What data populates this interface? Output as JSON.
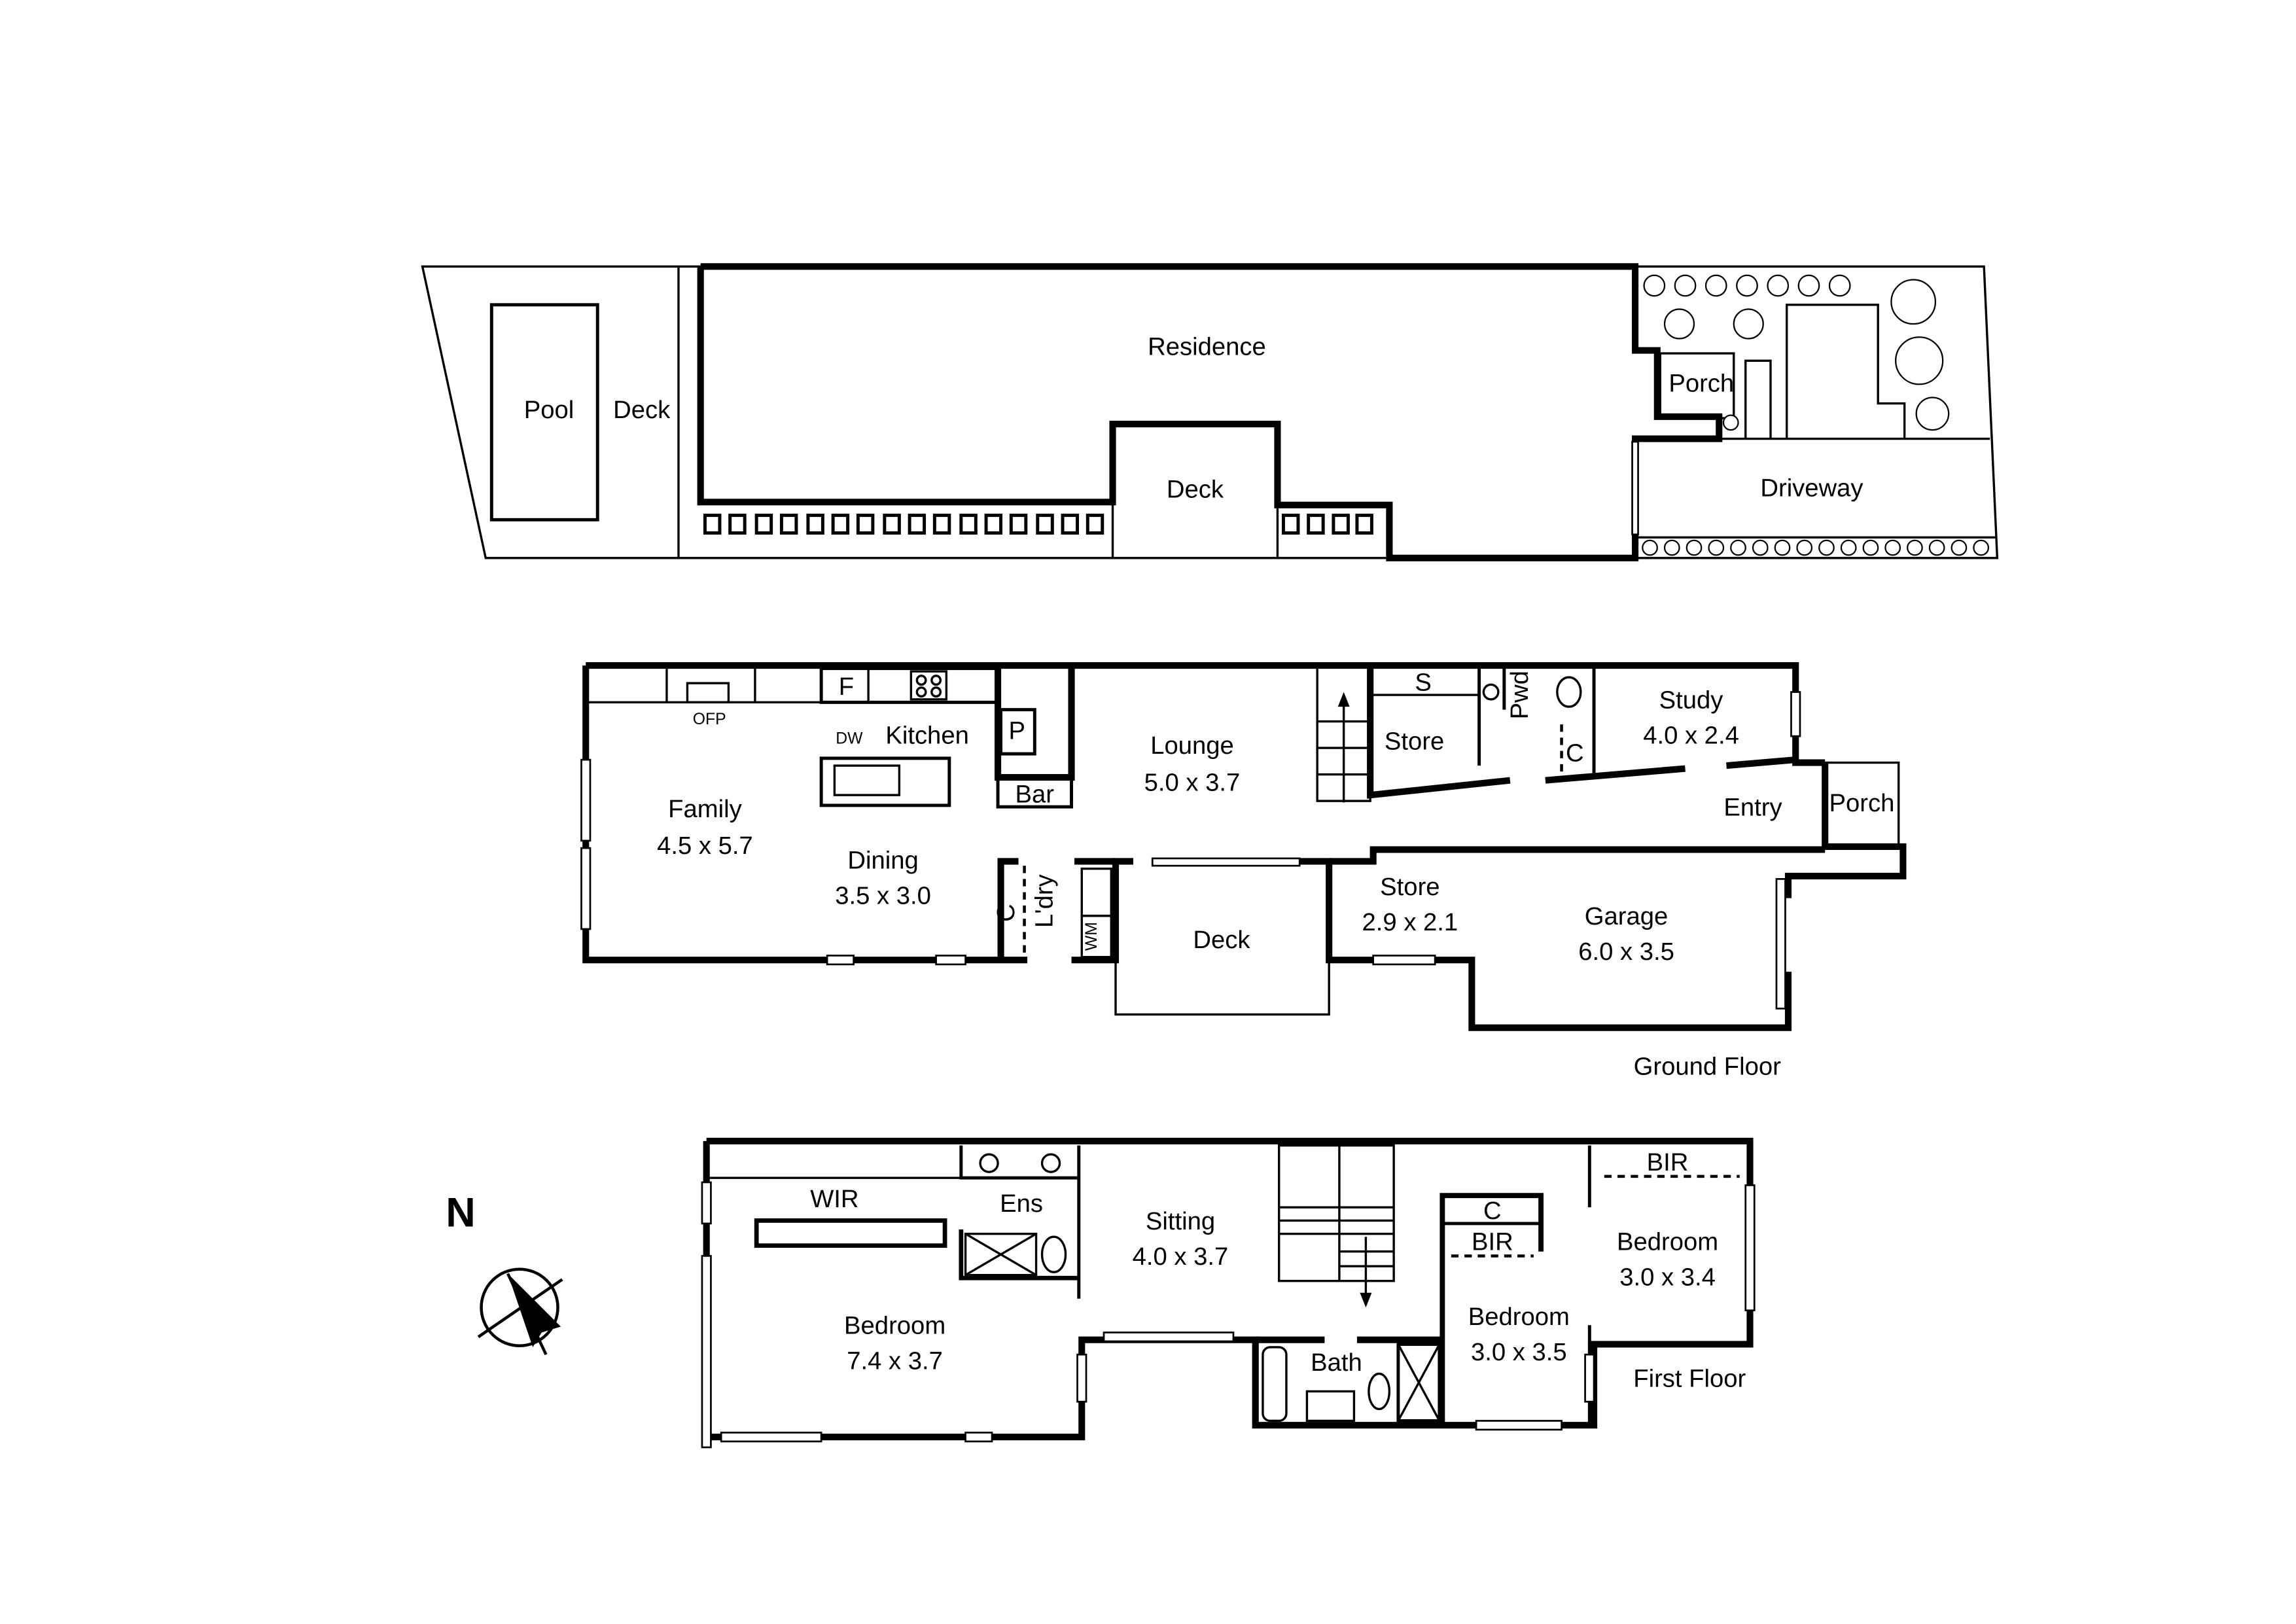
{
  "site_plan": {
    "pool": "Pool",
    "deck_west": "Deck",
    "residence": "Residence",
    "deck_south": "Deck",
    "porch": "Porch",
    "driveway": "Driveway"
  },
  "ground_floor": {
    "title": "Ground Floor",
    "rooms": {
      "family": {
        "name": "Family",
        "size": "4.5 x 5.7"
      },
      "kitchen": {
        "name": "Kitchen"
      },
      "dining": {
        "name": "Dining",
        "size": "3.5 x 3.0"
      },
      "lounge": {
        "name": "Lounge",
        "size": "5.0 x 3.7"
      },
      "store_upper": {
        "name": "Store"
      },
      "study": {
        "name": "Study",
        "size": "4.0 x 2.4"
      },
      "entry": {
        "name": "Entry"
      },
      "porch": {
        "name": "Porch"
      },
      "store_lower": {
        "name": "Store",
        "size": "2.9 x 2.1"
      },
      "garage": {
        "name": "Garage",
        "size": "6.0 x 3.5"
      },
      "deck": {
        "name": "Deck"
      },
      "laundry": {
        "name": "L'dry"
      }
    },
    "fixtures": {
      "ofp": "OFP",
      "dw": "DW",
      "fridge": "F",
      "pantry": "P",
      "bar": "Bar",
      "shelf": "S",
      "powder": "Pwd",
      "cupboard_pwd": "C",
      "cupboard_ldry": "C",
      "washing_machine": "WM"
    }
  },
  "first_floor": {
    "title": "First Floor",
    "rooms": {
      "wir": {
        "name": "WIR"
      },
      "ensuite": {
        "name": "Ens"
      },
      "master_bedroom": {
        "name": "Bedroom",
        "size": "7.4 x 3.7"
      },
      "sitting": {
        "name": "Sitting",
        "size": "4.0 x 3.7"
      },
      "bath": {
        "name": "Bath"
      },
      "bedroom_2": {
        "name": "Bedroom",
        "size": "3.0 x 3.5"
      },
      "bedroom_3": {
        "name": "Bedroom",
        "size": "3.0 x 3.4"
      }
    },
    "fixtures": {
      "cupboard": "C",
      "bir_2": "BIR",
      "bir_3": "BIR"
    }
  },
  "compass": {
    "label": "N"
  }
}
